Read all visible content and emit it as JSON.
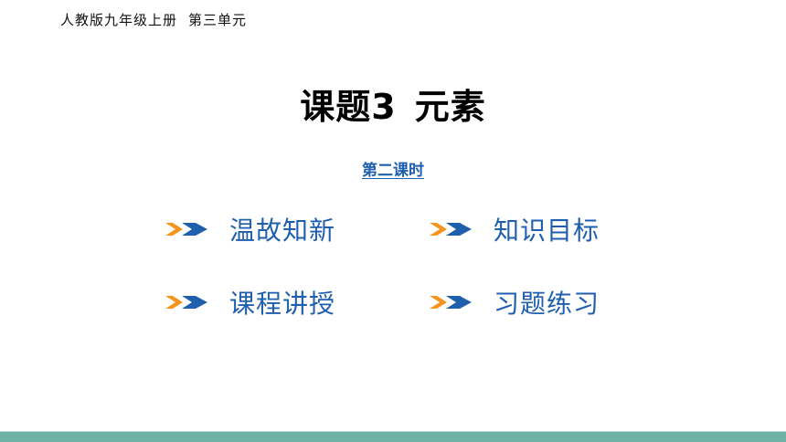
{
  "header": {
    "course": "人教版九年级上册",
    "unit": "第三单元"
  },
  "lesson": {
    "title_part1": "课题3",
    "title_part2": "元素",
    "subtitle": "第二课时"
  },
  "nav": {
    "items": [
      {
        "label": "温故知新",
        "icon": "double-chevron-right-icon"
      },
      {
        "label": "知识目标",
        "icon": "double-chevron-right-icon"
      },
      {
        "label": "课程讲授",
        "icon": "double-chevron-right-icon"
      },
      {
        "label": "习题练习",
        "icon": "double-chevron-right-icon"
      }
    ]
  },
  "colors": {
    "accent_blue": "#1f5fae",
    "accent_orange": "#f7941d",
    "footer_teal": "#6fb3a6"
  }
}
